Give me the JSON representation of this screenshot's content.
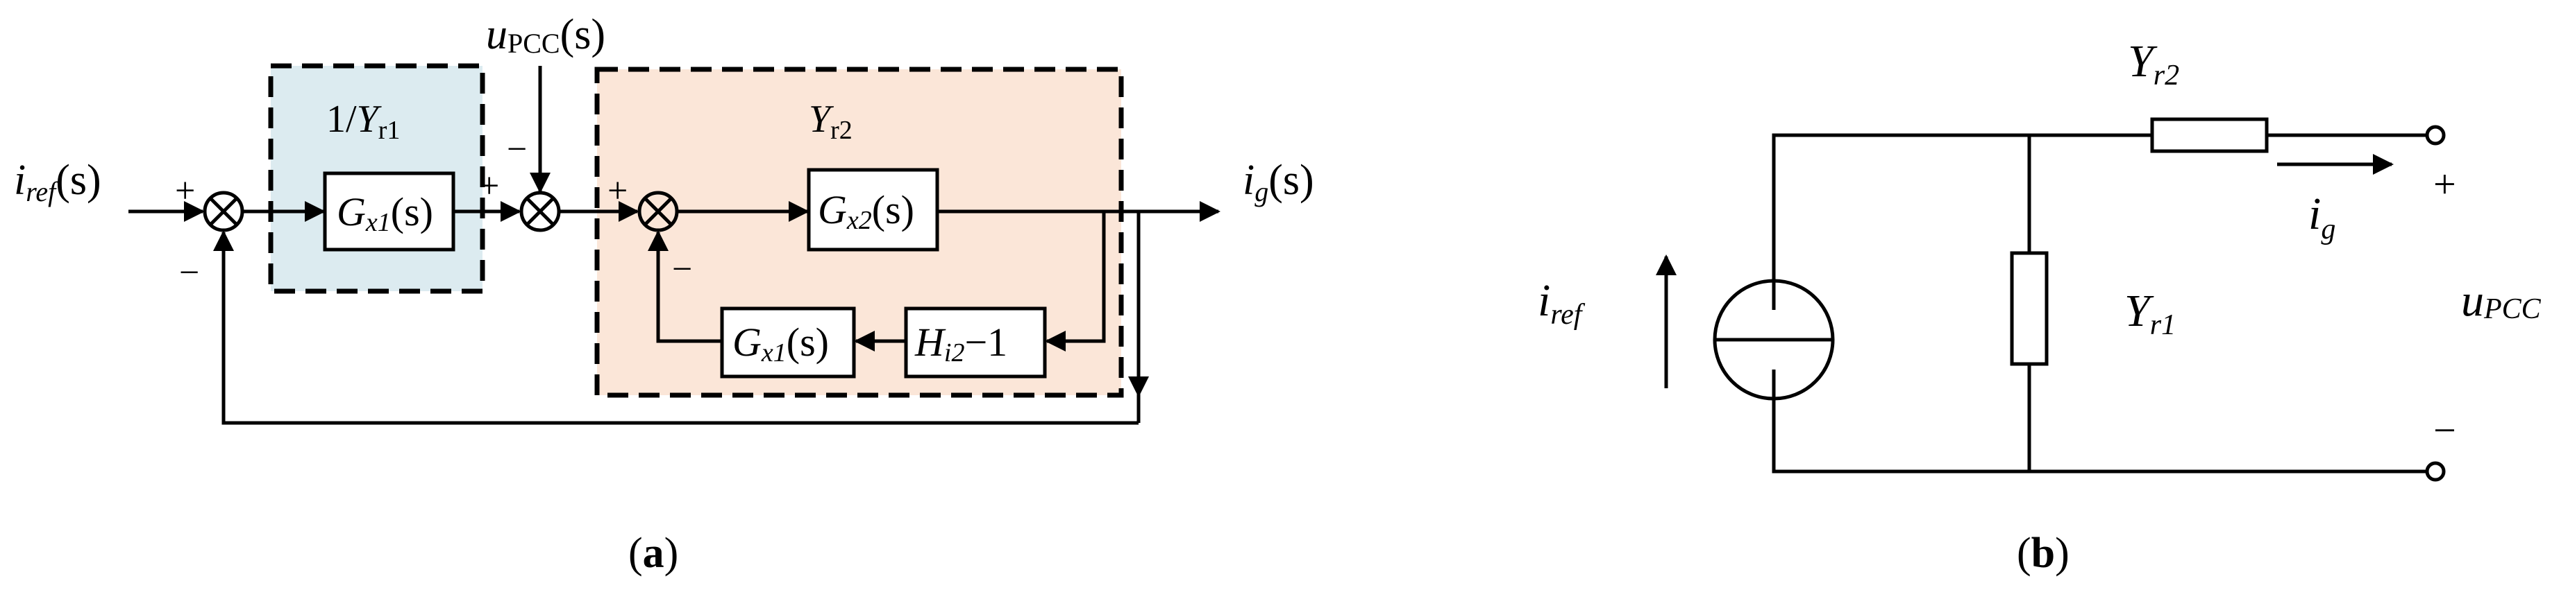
{
  "colors": {
    "blue_region": "#dcebf0",
    "orange_region": "#fbe6d8",
    "line": "#000000"
  },
  "panel_a": {
    "input": {
      "var": "i",
      "sub": "ref",
      "arg": "(s)"
    },
    "output": {
      "var": "i",
      "sub": "g",
      "arg": "(s)"
    },
    "disturbance": {
      "var": "u",
      "sub": "PCC",
      "arg": "(s)"
    },
    "region1_label": {
      "pre": "1/",
      "var": "Y",
      "sub": "r1"
    },
    "region2_label": {
      "var": "Y",
      "sub": "r2"
    },
    "block_gx1": {
      "var": "G",
      "sub": "x1",
      "arg": "(s)"
    },
    "block_gx2": {
      "var": "G",
      "sub": "x2",
      "arg": "(s)"
    },
    "block_hi2": {
      "var": "H",
      "sub": "i2",
      "tail": "−1"
    },
    "block_gx1_fb": {
      "var": "G",
      "sub": "x1",
      "arg": "(s)"
    },
    "signs": {
      "plus": "+",
      "minus": "−"
    },
    "caption": {
      "open": "(",
      "letter": "a",
      "close": ")"
    }
  },
  "panel_b": {
    "source": {
      "var": "i",
      "sub": "ref"
    },
    "yr1": {
      "var": "Y",
      "sub": "r1"
    },
    "yr2": {
      "var": "Y",
      "sub": "r2"
    },
    "ig": {
      "var": "i",
      "sub": "g"
    },
    "upcc": {
      "var": "u",
      "sub": "PCC"
    },
    "plus": "+",
    "minus": "−",
    "caption": {
      "open": "(",
      "letter": "b",
      "close": ")"
    }
  }
}
